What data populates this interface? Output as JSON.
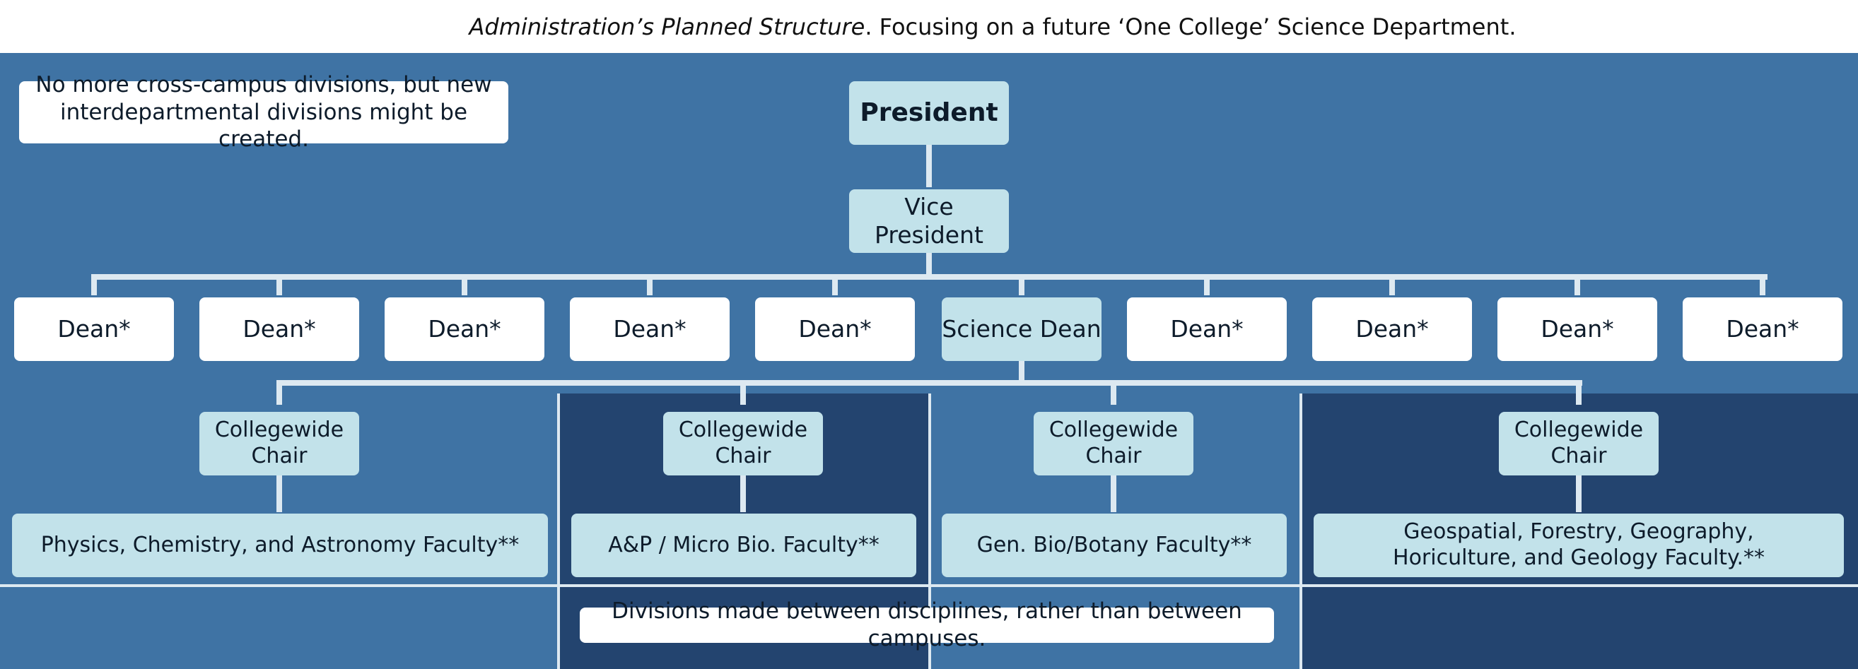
{
  "caption": {
    "italic": "Administration’s Planned Structure",
    "rest": ". Focusing on a future ‘One College’ Science Department."
  },
  "notes": {
    "top": "No more cross-campus divisions, but new interdepartmental divisions might be created.",
    "bottom": "Divisions made between disciplines, rather than between campuses."
  },
  "chart": {
    "president": "President",
    "vice_president": "Vice President",
    "deans": [
      "Dean*",
      "Dean*",
      "Dean*",
      "Dean*",
      "Dean*",
      "Science Dean",
      "Dean*",
      "Dean*",
      "Dean*",
      "Dean*"
    ],
    "chairs": [
      "Collegewide Chair",
      "Collegewide Chair",
      "Collegewide Chair",
      "Collegewide Chair"
    ],
    "faculty": [
      "Physics, Chemistry, and Astronomy Faculty**",
      "A&P / Micro Bio. Faculty**",
      "Gen. Bio/Botany Faculty**",
      "Geospatial, Forestry, Geography, Horiculture, and Geology Faculty.**"
    ]
  },
  "colors": {
    "background": "#3f73a4",
    "dark_band": "#23446f",
    "light_box": "#c2e2ea",
    "white_box": "#ffffff"
  }
}
